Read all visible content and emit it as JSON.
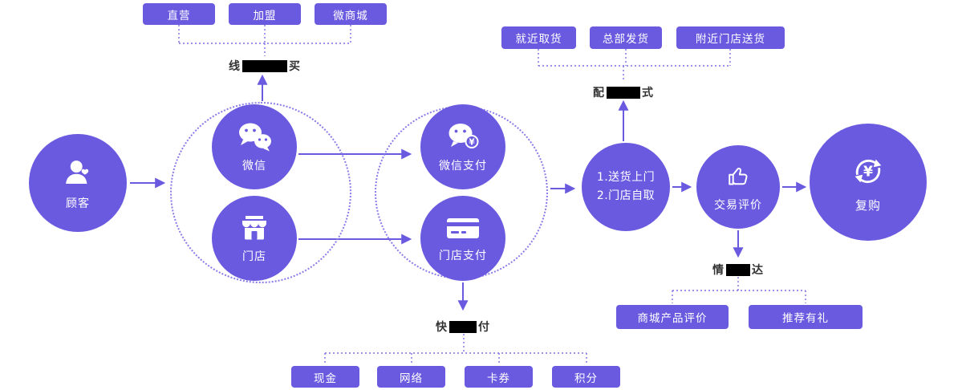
{
  "colors": {
    "accent": "#6A5AE0",
    "dashed_outline": "#8A7CE8",
    "caption_text": "#333333",
    "redaction": "#000000",
    "background": "#FFFFFF"
  },
  "customer": {
    "label": "顾客"
  },
  "channels": {
    "buttons": [
      {
        "label": "直营"
      },
      {
        "label": "加盟"
      },
      {
        "label": "微商城"
      }
    ],
    "caption": {
      "left": "线",
      "right": "买"
    }
  },
  "purchase": {
    "wechat_label": "微信",
    "store_label": "门店"
  },
  "payment": {
    "wechat_pay_label": "微信支付",
    "store_pay_label": "门店支付"
  },
  "delivery": {
    "node_line1": "1.送货上门",
    "node_line2": "2.门店自取",
    "buttons": [
      {
        "label": "就近取货"
      },
      {
        "label": "总部发货"
      },
      {
        "label": "附近门店送货"
      }
    ],
    "caption": {
      "left": "配",
      "right": "式"
    }
  },
  "review": {
    "label": "交易评价",
    "caption": {
      "left": "情",
      "right": "达"
    },
    "buttons": [
      {
        "label": "商城产品评价"
      },
      {
        "label": "推荐有礼"
      }
    ]
  },
  "repurchase": {
    "label": "复购"
  },
  "quickpay": {
    "caption": {
      "left": "快",
      "right": "付"
    },
    "buttons": [
      {
        "label": "现金"
      },
      {
        "label": "网络"
      },
      {
        "label": "卡券"
      },
      {
        "label": "积分"
      }
    ]
  },
  "icons": {
    "customer": "person-heart-icon",
    "wechat": "wechat-icon",
    "store": "storefront-icon",
    "wechat_pay": "wechat-pay-icon",
    "store_pay": "bank-card-icon",
    "review": "thumbs-up-icon",
    "repurchase": "repeat-yen-icon",
    "yen": "¥"
  }
}
